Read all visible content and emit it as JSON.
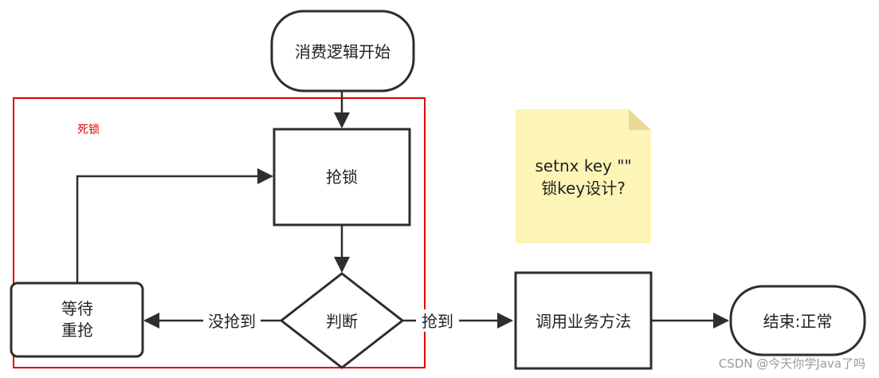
{
  "region": {
    "label": "死锁",
    "color": "#e00000"
  },
  "nodes": {
    "start": {
      "label": "消费逻辑开始"
    },
    "grab_lock": {
      "label": "抢锁"
    },
    "judge": {
      "label": "判断"
    },
    "wait_retry": {
      "lines": [
        "等待",
        "重抢"
      ]
    },
    "call_business": {
      "label": "调用业务方法"
    },
    "end": {
      "label": "结束:正常"
    }
  },
  "edges": {
    "not_acquired": {
      "label": "没抢到"
    },
    "acquired": {
      "label": "抢到"
    }
  },
  "note": {
    "lines": [
      "setnx key \"\"",
      "锁key设计?"
    ],
    "color": "#fdf5b7"
  },
  "watermark": {
    "text": "CSDN @今天你学Java了吗"
  },
  "colors": {
    "stroke": "#2e2e2e",
    "region": "#e00000",
    "note_fill": "#fdf5b7",
    "note_fold": "#e7d99a"
  }
}
